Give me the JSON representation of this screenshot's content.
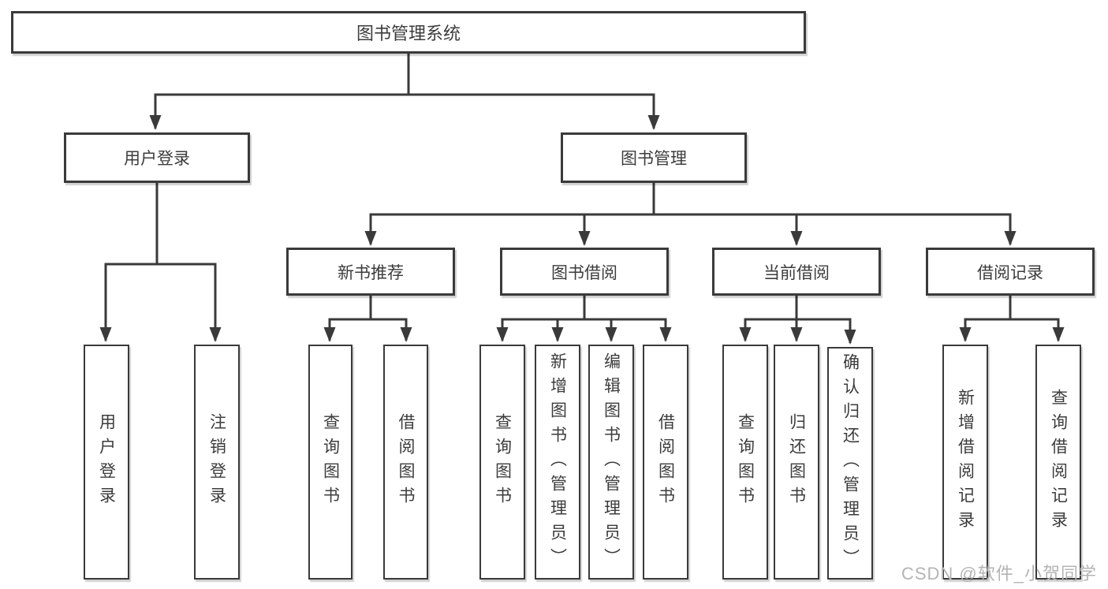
{
  "diagram_title": "图书管理系统",
  "tree": {
    "label": "图书管理系统",
    "children": [
      {
        "label": "用户登录",
        "children": [
          {
            "label": "用户登录"
          },
          {
            "label": "注销登录"
          }
        ]
      },
      {
        "label": "图书管理",
        "children": [
          {
            "label": "新书推荐",
            "children": [
              {
                "label": "查询图书"
              },
              {
                "label": "借阅图书"
              }
            ]
          },
          {
            "label": "图书借阅",
            "children": [
              {
                "label": "查询图书"
              },
              {
                "label": "新增图书（管理员）"
              },
              {
                "label": "编辑图书（管理员）"
              },
              {
                "label": "借阅图书"
              }
            ]
          },
          {
            "label": "当前借阅",
            "children": [
              {
                "label": "查询图书"
              },
              {
                "label": "归还图书"
              },
              {
                "label": "确认归还（管理员）"
              }
            ]
          },
          {
            "label": "借阅记录",
            "children": [
              {
                "label": "新增借阅记录"
              },
              {
                "label": "查询借阅记录"
              }
            ]
          }
        ]
      }
    ]
  },
  "watermark": "CSDN @软件_小贺同学",
  "colors": {
    "line": "#3a3a3a",
    "text": "#3c3c3c",
    "background": "#ffffff",
    "watermark": "#b4b4b4"
  }
}
